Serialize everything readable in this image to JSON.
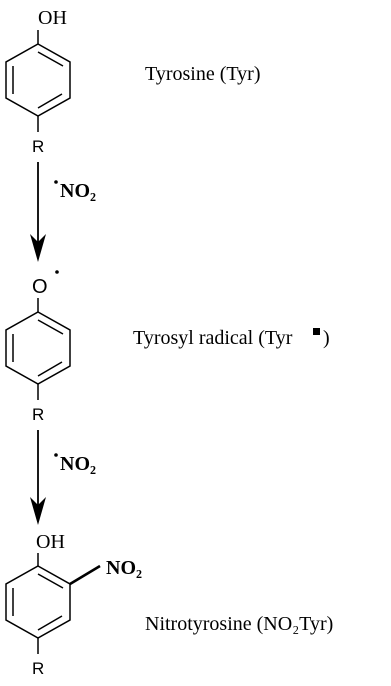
{
  "colors": {
    "ink": "#000000",
    "background": "#ffffff"
  },
  "steps": [
    {
      "structure": {
        "top_group": "OH",
        "bottom_group": "R",
        "side_group": ""
      },
      "label": "Tyrosine (Tyr)"
    },
    {
      "structure": {
        "top_group": "O",
        "bottom_group": "R",
        "side_group": ""
      },
      "label": "Tyrosyl radical (Tyr",
      "label_suffix": ")"
    },
    {
      "structure": {
        "top_group": "OH",
        "bottom_group": "R",
        "side_group": "NO₂"
      },
      "label": "Nitrotyrosine (NO₂Tyr)"
    }
  ],
  "arrows": [
    {
      "reagent": "NO₂"
    },
    {
      "reagent": "NO₂"
    }
  ]
}
